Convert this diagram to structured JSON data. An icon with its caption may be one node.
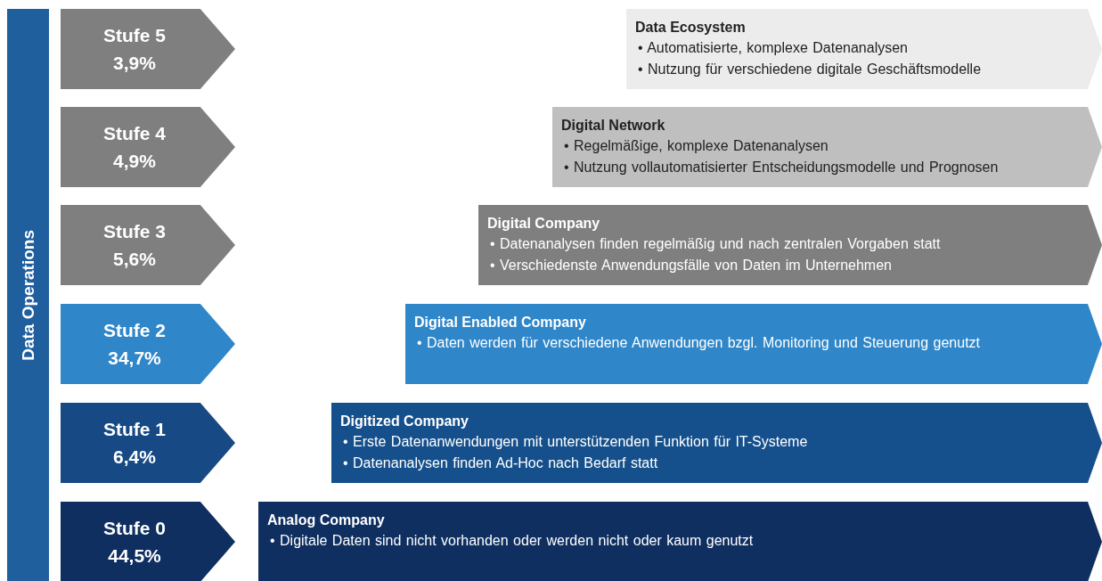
{
  "diagram": {
    "nodes": [
      {
        "text": [
          "Data Operations"
        ]
      },
      {
        "text": [
          "Stufe 5",
          "3,9%"
        ]
      },
      {
        "text": [
          "Data Ecosystem",
          "• Automatisierte, komplexe Datenanalysen",
          "• Nutzung für verschiedene digitale Geschäftsmodelle"
        ]
      },
      {
        "text": [
          "Stufe 4",
          "4,9%"
        ]
      },
      {
        "text": [
          "Digital Network",
          "• Regelmäßige, komplexe Datenanalysen",
          "• Nutzung vollautomatisierter Entscheidungsmodelle und Prognosen"
        ]
      },
      {
        "text": [
          "Stufe 3",
          "5,6%"
        ]
      },
      {
        "text": [
          "Digital Company",
          "• Datenanalysen finden regelmäßig und nach zentralen Vorgaben statt",
          "• Verschiedenste Anwendungsfälle von Daten im Unternehmen"
        ]
      },
      {
        "text": [
          "Stufe 2",
          "34,7%"
        ]
      },
      {
        "text": [
          "Digital Enabled Company",
          "• Daten werden für verschiedene Anwendungen bzgl. Monitoring und Steuerung genutzt"
        ]
      },
      {
        "text": [
          "Stufe 1",
          "6,4%"
        ]
      },
      {
        "text": [
          "Digitized Company",
          "• Erste Datenanwendungen mit unterstützenden Funktion für IT-Systeme",
          "• Datenanalysen finden Ad-Hoc nach Bedarf statt"
        ]
      },
      {
        "text": [
          "Stufe 0",
          "44,5%"
        ]
      },
      {
        "text": [
          "Analog Company",
          "• Digitale Daten sind nicht vorhanden oder werden nicht oder kaum genutzt"
        ]
      }
    ],
    "edges": []
  }
}
